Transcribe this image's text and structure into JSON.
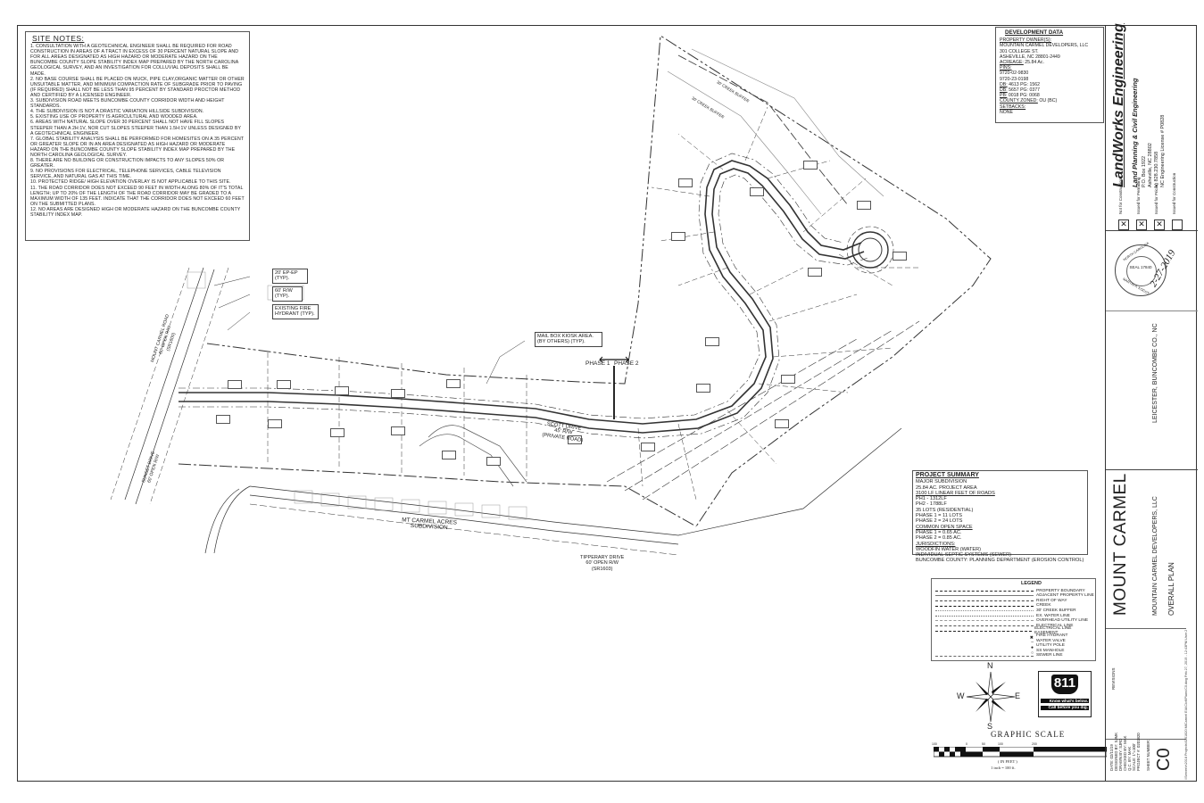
{
  "site_notes": {
    "title": "SITE NOTES:",
    "items": [
      "1. CONSULTATION WITH A GEOTECHNICAL ENGINEER SHALL BE REQUIRED FOR ROAD CONSTRUCTION IN AREAS OF A TRACT IN EXCESS OF 30 PERCENT NATURAL SLOPE AND FOR ALL AREAS DESIGNATED AS HIGH HAZARD OR MODERATE HAZARD ON THE BUNCOMBE COUNTY SLOPE STABILITY INDEX MAP PREPARED BY THE NORTH CAROLINA GEOLOGICAL SURVEY, AND AN INVESTIGATION FOR COLLUVIAL DEPOSITS SHALL BE MADE.",
      "2. NO BASE COURSE SHALL BE PLACED ON MUCK, PIPE CLAY,ORGANIC MATTER OR OTHER UNSUITABLE MATTER, AND MINIMUM COMPACTION RATE OF SUBGRADE PRIOR TO PAVING (IF REQUIRED) SHALL NOT BE LESS THAN 95 PERCENT BY STANDARD PROCTOR METHOD AND CERTIFIED BY A LICENSED ENGINEER.",
      "3. SUBDIVISION ROAD MEETS BUNCOMBE COUNTY CORRIDOR WIDTH AND HEIGHT STANDARDS.",
      "4. THE SUBDIVISION IS NOT A DRASTIC VARIATION HILLSIDE SUBDIVISION.",
      "5. EXISTING USE OF PROPERTY IS AGRICULTURAL AND WOODED AREA.",
      "6. AREAS WITH NATURAL SLOPE OVER 30 PERCENT SHALL NOT HAVE FILL SLOPES STEEPER THAN A 2H:1V, NOR CUT SLOPES STEEPER THAN 1.5H:1V UNLESS DESIGNED BY A GEOTECHNICAL ENGINEER.",
      "7. GLOBAL STABILITY ANALYSIS SHALL BE PERFORMED FOR HOMESITES ON A 35 PERCENT OR GREATER SLOPE OR IN AN AREA DESIGNATED AS HIGH HAZARD OR MODERATE HAZARD ON THE BUNCOMBE COUNTY SLOPE STABILITY INDEX MAP PREPARED BY THE NORTH CAROLINA GEOLOGICAL SURVEY.",
      "8. THERE ARE NO BUILDING OR CONSTRUCTION IMPACTS TO ANY SLOPES 50% OR GREATER.",
      "9. NO PROVISIONS FOR ELECTRICAL, TELEPHONE SERVICES, CABLE TELEVISION SERVICE, AND NATURAL GAS AT THIS TIME.",
      "10. PROTECTED RIDGE/ HIGH ELEVATION OVERLAY IS NOT APPLICABLE TO THIS SITE.",
      "11. THE ROAD CORRIDOR DOES NOT EXCEED 90 FEET IN WIDTH ALONG 80% OF IT'S TOTAL LENGTH; UP TO 20% OF THE LENGTH OF THE ROAD CORRIDOR MAY BE GRADED TO A MAXIMUM WIDTH OF 135 FEET. INDICATE THAT THE CORRIDOR DOES NOT EXCEED 60 FEET ON THE SUBMITTED PLANS.",
      "12. NO AREAS ARE DESIGNED HIGH OR MODERATE HAZARD ON THE BUNCOMBE COUNTY STABILITY INDEX MAP."
    ]
  },
  "development_data": {
    "title": "DEVELOPMENT DATA",
    "owner_label": "PROPERTY OWNER(S):",
    "owner_lines": [
      "MOUNTAIN CARMEL DEVELOPERS, LLC",
      "301 COLLEGE ST.",
      "ASHEVILLE, NC 28801-2449"
    ],
    "acreage_label": "ACREAGE:",
    "acreage": "25.84 Ac.",
    "pins_label": "PINS:",
    "pins": [
      "9720-02-9830",
      "9720-23-0198"
    ],
    "db1_label": "DB:",
    "db1": "4613 PG: 1562",
    "db2_label": "DB:",
    "db2": "5657 PG: 0377",
    "pb_label": "PB:",
    "pb": "0018 PG: 0068",
    "zoned_label": "COUNTY ZONED:",
    "zoned": "OU (BC)",
    "setbacks_label": "SETBACKS:",
    "setbacks": "NONE"
  },
  "title_block": {
    "firm_name": "LandWorks Engineering",
    "firm_tagline": "Land Planning & Civil Engineering",
    "firm_address": [
      "P.O. Box 1922",
      "Asheville, NC 28802",
      "V: 828.230.7858",
      "NC Engineering License # P0828"
    ],
    "status_checks": [
      {
        "label": "Not for Construction",
        "checked": true
      },
      {
        "label": "Issued for Permitting",
        "checked": true
      },
      {
        "label": "Issued for Pricing",
        "checked": true
      },
      {
        "label": "Issued for Construction",
        "checked": false
      }
    ],
    "seal": {
      "top": "NORTH CAROLINA",
      "center": "SEAL 17840",
      "bottom": "MARTIN A. KOCOT",
      "sub": "ENGINEER",
      "date_signed": "2-27-2019"
    },
    "project_title": "MOUNT CARMEL",
    "location": "LEICESTER, BUNCOMBE CO., NC",
    "client": "MOUNTAIN CARMEL DEVELOPERS, LLC",
    "sheet_title": "OVERALL PLAN",
    "revisions_label": "REVISIONS",
    "meta": [
      "DATE: 02/11/19",
      "DESIGNED BY: SJMK",
      "DRAWN BY: SJRD",
      "CHECKED BY: MAK",
      "Q.C. BY: MAK",
      "SCALE: 1\"=100'",
      "PROJECT #: 0201820"
    ],
    "sheet_number_label": "SHEET NUMBER:",
    "sheet_number": "C0",
    "file_path": "\\\\Server\\e\\2018 Projects\\0201820 MtCarmel EIA\\Civil\\Plans\\C0.dwg   Feb 27, 2019 - 12:43PM   User 2"
  },
  "project_summary": {
    "title": "PROJECT SUMMARY",
    "lines": [
      {
        "text": "MAJOR SUBDIVISION",
        "u": false
      },
      {
        "text": "25.84 AC. PROJECT AREA",
        "u": false
      },
      {
        "text": "3100 LF LINEAR FEET OF ROADS",
        "u": true
      },
      {
        "text": "PH1 - 1312LF",
        "u": false
      },
      {
        "text": "PH2 - 1788LF",
        "u": false
      },
      {
        "text": "35 LOTS (RESIDENTIAL)",
        "u": false
      },
      {
        "text": "PHASE 1 = 11 LOTS",
        "u": false
      },
      {
        "text": "PHASE 2 = 24 LOTS",
        "u": false
      },
      {
        "text": "COMMON OPEN SPACE",
        "u": true
      },
      {
        "text": "PHASE 1 = 0.65 AC.",
        "u": false
      },
      {
        "text": "PHASE 2 = 0.85 AC.",
        "u": false
      },
      {
        "text": "JURISDICTIONS:",
        "u": true
      },
      {
        "text": "WOODFIN WATER (WATER)",
        "u": false
      },
      {
        "text": "INDIVIDUAL SEPTIC SYSTEMS (SEWER)",
        "u": false
      },
      {
        "text": "BUNCOMBE COUNTY: PLANNING DEPARTMENT (EROSION CONTROL)",
        "u": false
      }
    ]
  },
  "legend": {
    "title": "LEGEND",
    "items": [
      "PROPERTY BOUNDARY",
      "ADJACENT PROPERTY LINE",
      "RIGHT OF WAY",
      "CREEK",
      "30' CREEK BUFFER",
      "EX. WATER LINE",
      "OVERHEAD UTILITY LINE",
      "ELECTRICAL LINE",
      "ELECTRICAL LINE EASEMENT",
      "FIRE HYDRANT",
      "WATER VALVE",
      "UTILITY POLE",
      "SS MANHOLE",
      "SEWER LINE"
    ]
  },
  "callouts": {
    "ep": "20' EP-EP (TYP).",
    "rw": "60' R/W (TYP).",
    "hydrant": "EXISTING FIRE HYDRANT (TYP).",
    "mailbox": "MAIL BOX KIOSK AREA. (BY OTHERS) (TYP)."
  },
  "map_labels": {
    "phase1": "PHASE 1",
    "phase2": "PHASE 2",
    "scott_drive": [
      "SCOTT DRIVE",
      "45' R/W",
      "(PRIVATE ROAD)"
    ],
    "mt_carmel_road": [
      "MOUNT CARMEL ROAD",
      "60' OPEN R/W",
      "(SR1600)"
    ],
    "sunset_drive": [
      "SUNSET DRIVE",
      "60' OPEN R/W"
    ],
    "mt_carmel_acres": [
      "MT CARMEL ACRES",
      "SUBDIVISION"
    ],
    "tipperary": [
      "TIPPERARY DRIVE",
      "60' OPEN R/W",
      "(SR1603)"
    ],
    "creek_buffer": "30' CREEK BUFFER"
  },
  "compass": {
    "n": "N",
    "s": "S",
    "e": "E",
    "w": "W"
  },
  "call811": {
    "number": "811",
    "line1": "Know what's below.",
    "line2": "Call before you dig."
  },
  "graphic_scale": {
    "title": "GRAPHIC SCALE",
    "ticks": [
      "100",
      "0",
      "50",
      "100",
      "200"
    ],
    "units": "( IN FEET )",
    "ratio": "1 inch = 100 ft."
  }
}
